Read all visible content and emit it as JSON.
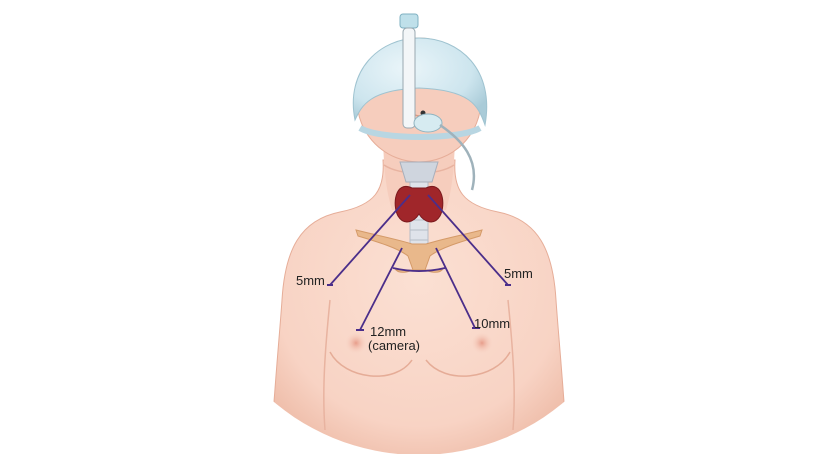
{
  "labels": {
    "port_left": "5mm",
    "port_right": "5mm",
    "port_camera_size": "12mm",
    "port_camera_note": "(camera)",
    "port_right_breast": "10mm"
  },
  "colors": {
    "skin": "#f8d3c4",
    "skin_shadow": "#efbba7",
    "cap": "#cfe6ee",
    "thyroid": "#a0262a",
    "trachea": "#dfe3ea",
    "clavicle": "#e9b88b",
    "incision_line": "#4b2e8a",
    "tube": "#e8f0f5"
  }
}
